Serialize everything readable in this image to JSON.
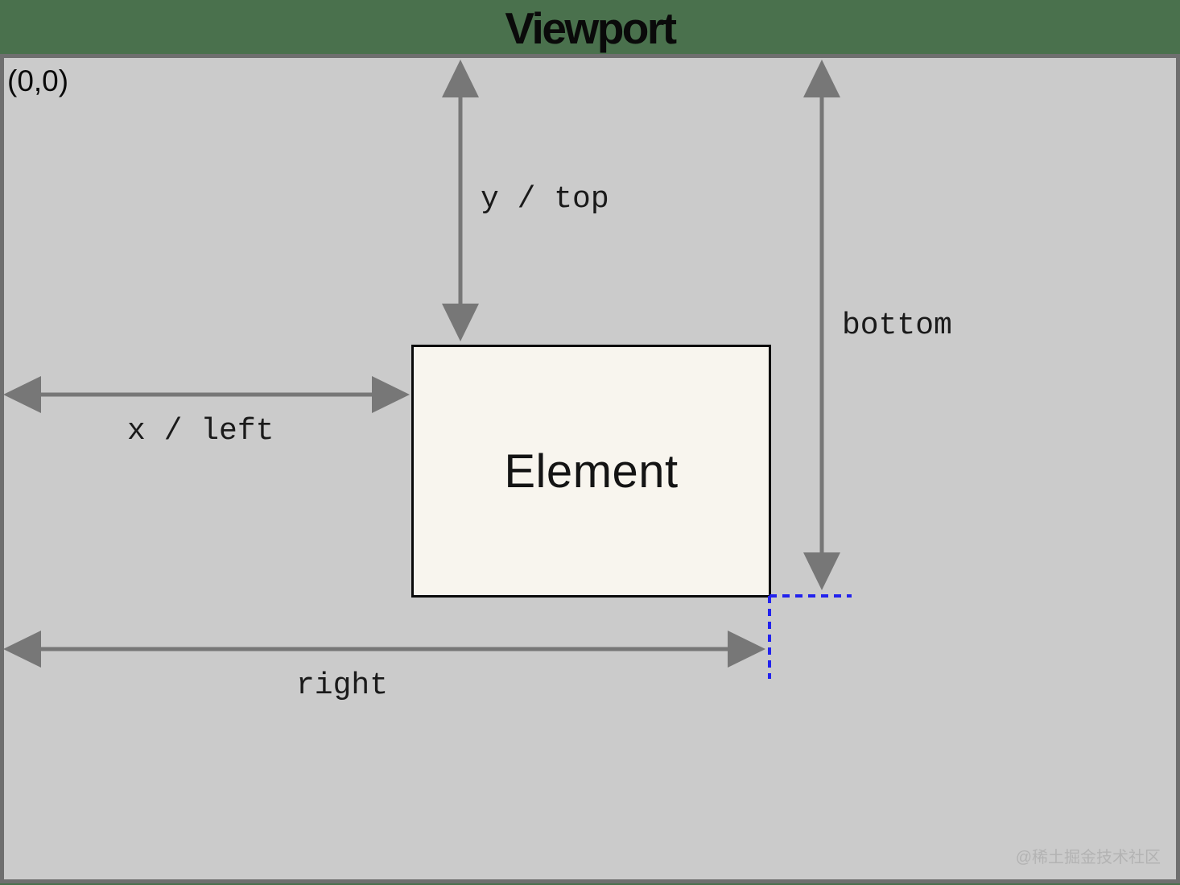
{
  "title": "Viewport",
  "viewport": {
    "origin_label": "(0,0)"
  },
  "element": {
    "label": "Element"
  },
  "labels": {
    "y_top": "y / top",
    "x_left": "x / left",
    "bottom": "bottom",
    "right": "right"
  },
  "watermark": "@稀土掘金技术社区",
  "colors": {
    "background_green": "#4a714d",
    "viewport_fill": "#cbcbcb",
    "viewport_border": "#6f6f6f",
    "arrow_gray": "#777777",
    "element_fill": "#f8f5ee",
    "element_border": "#0a0a0a",
    "guide_blue": "#2222ee",
    "watermark_text": "#b3b3b3"
  }
}
